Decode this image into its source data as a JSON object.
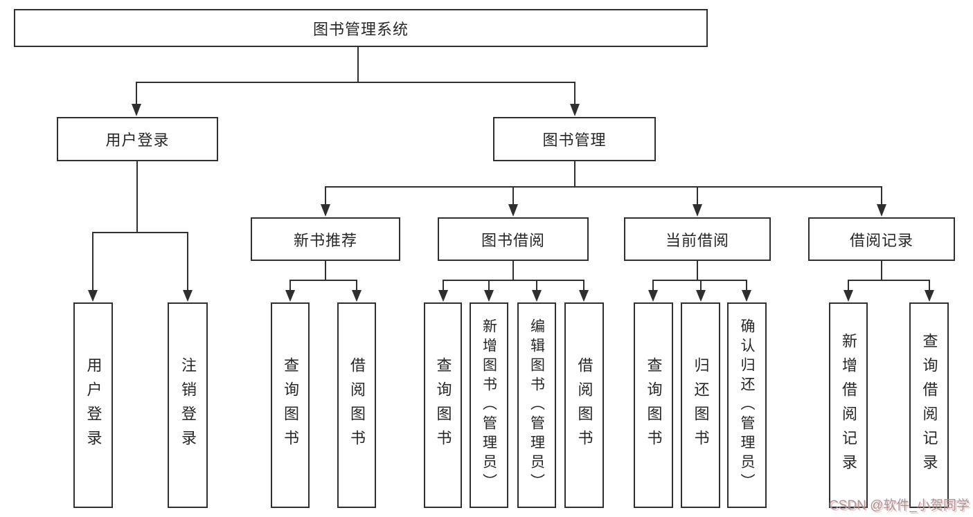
{
  "diagram": {
    "title_node": "图书管理系统",
    "nodes": {
      "root": "图书管理系统",
      "user_login": "用户登录",
      "book_mgmt": "图书管理",
      "new_book_rec": "新书推荐",
      "book_borrow": "图书借阅",
      "current_borrow": "当前借阅",
      "borrow_record": "借阅记录",
      "leaf_user_login": "用户登录",
      "leaf_logout": "注销登录",
      "leaf_query_book_1": "查询图书",
      "leaf_borrow_book_1": "借阅图书",
      "leaf_query_book_2": "查询图书",
      "leaf_add_book": "新增图书（管理员）",
      "leaf_edit_book": "编辑图书（管理员）",
      "leaf_borrow_book_2": "借阅图书",
      "leaf_query_book_3": "查询图书",
      "leaf_return_book": "归还图书",
      "leaf_confirm_return": "确认归还（管理员）",
      "leaf_add_record": "新增借阅记录",
      "leaf_query_record": "查询借阅记录"
    },
    "colors": {
      "line": "#2f2f2f",
      "text": "#262626",
      "background": "#ffffff",
      "watermark_text": "#9b9b9b",
      "watermark_shadow": "#fa7878"
    }
  },
  "watermark": "CSDN @软件_小贺同学"
}
